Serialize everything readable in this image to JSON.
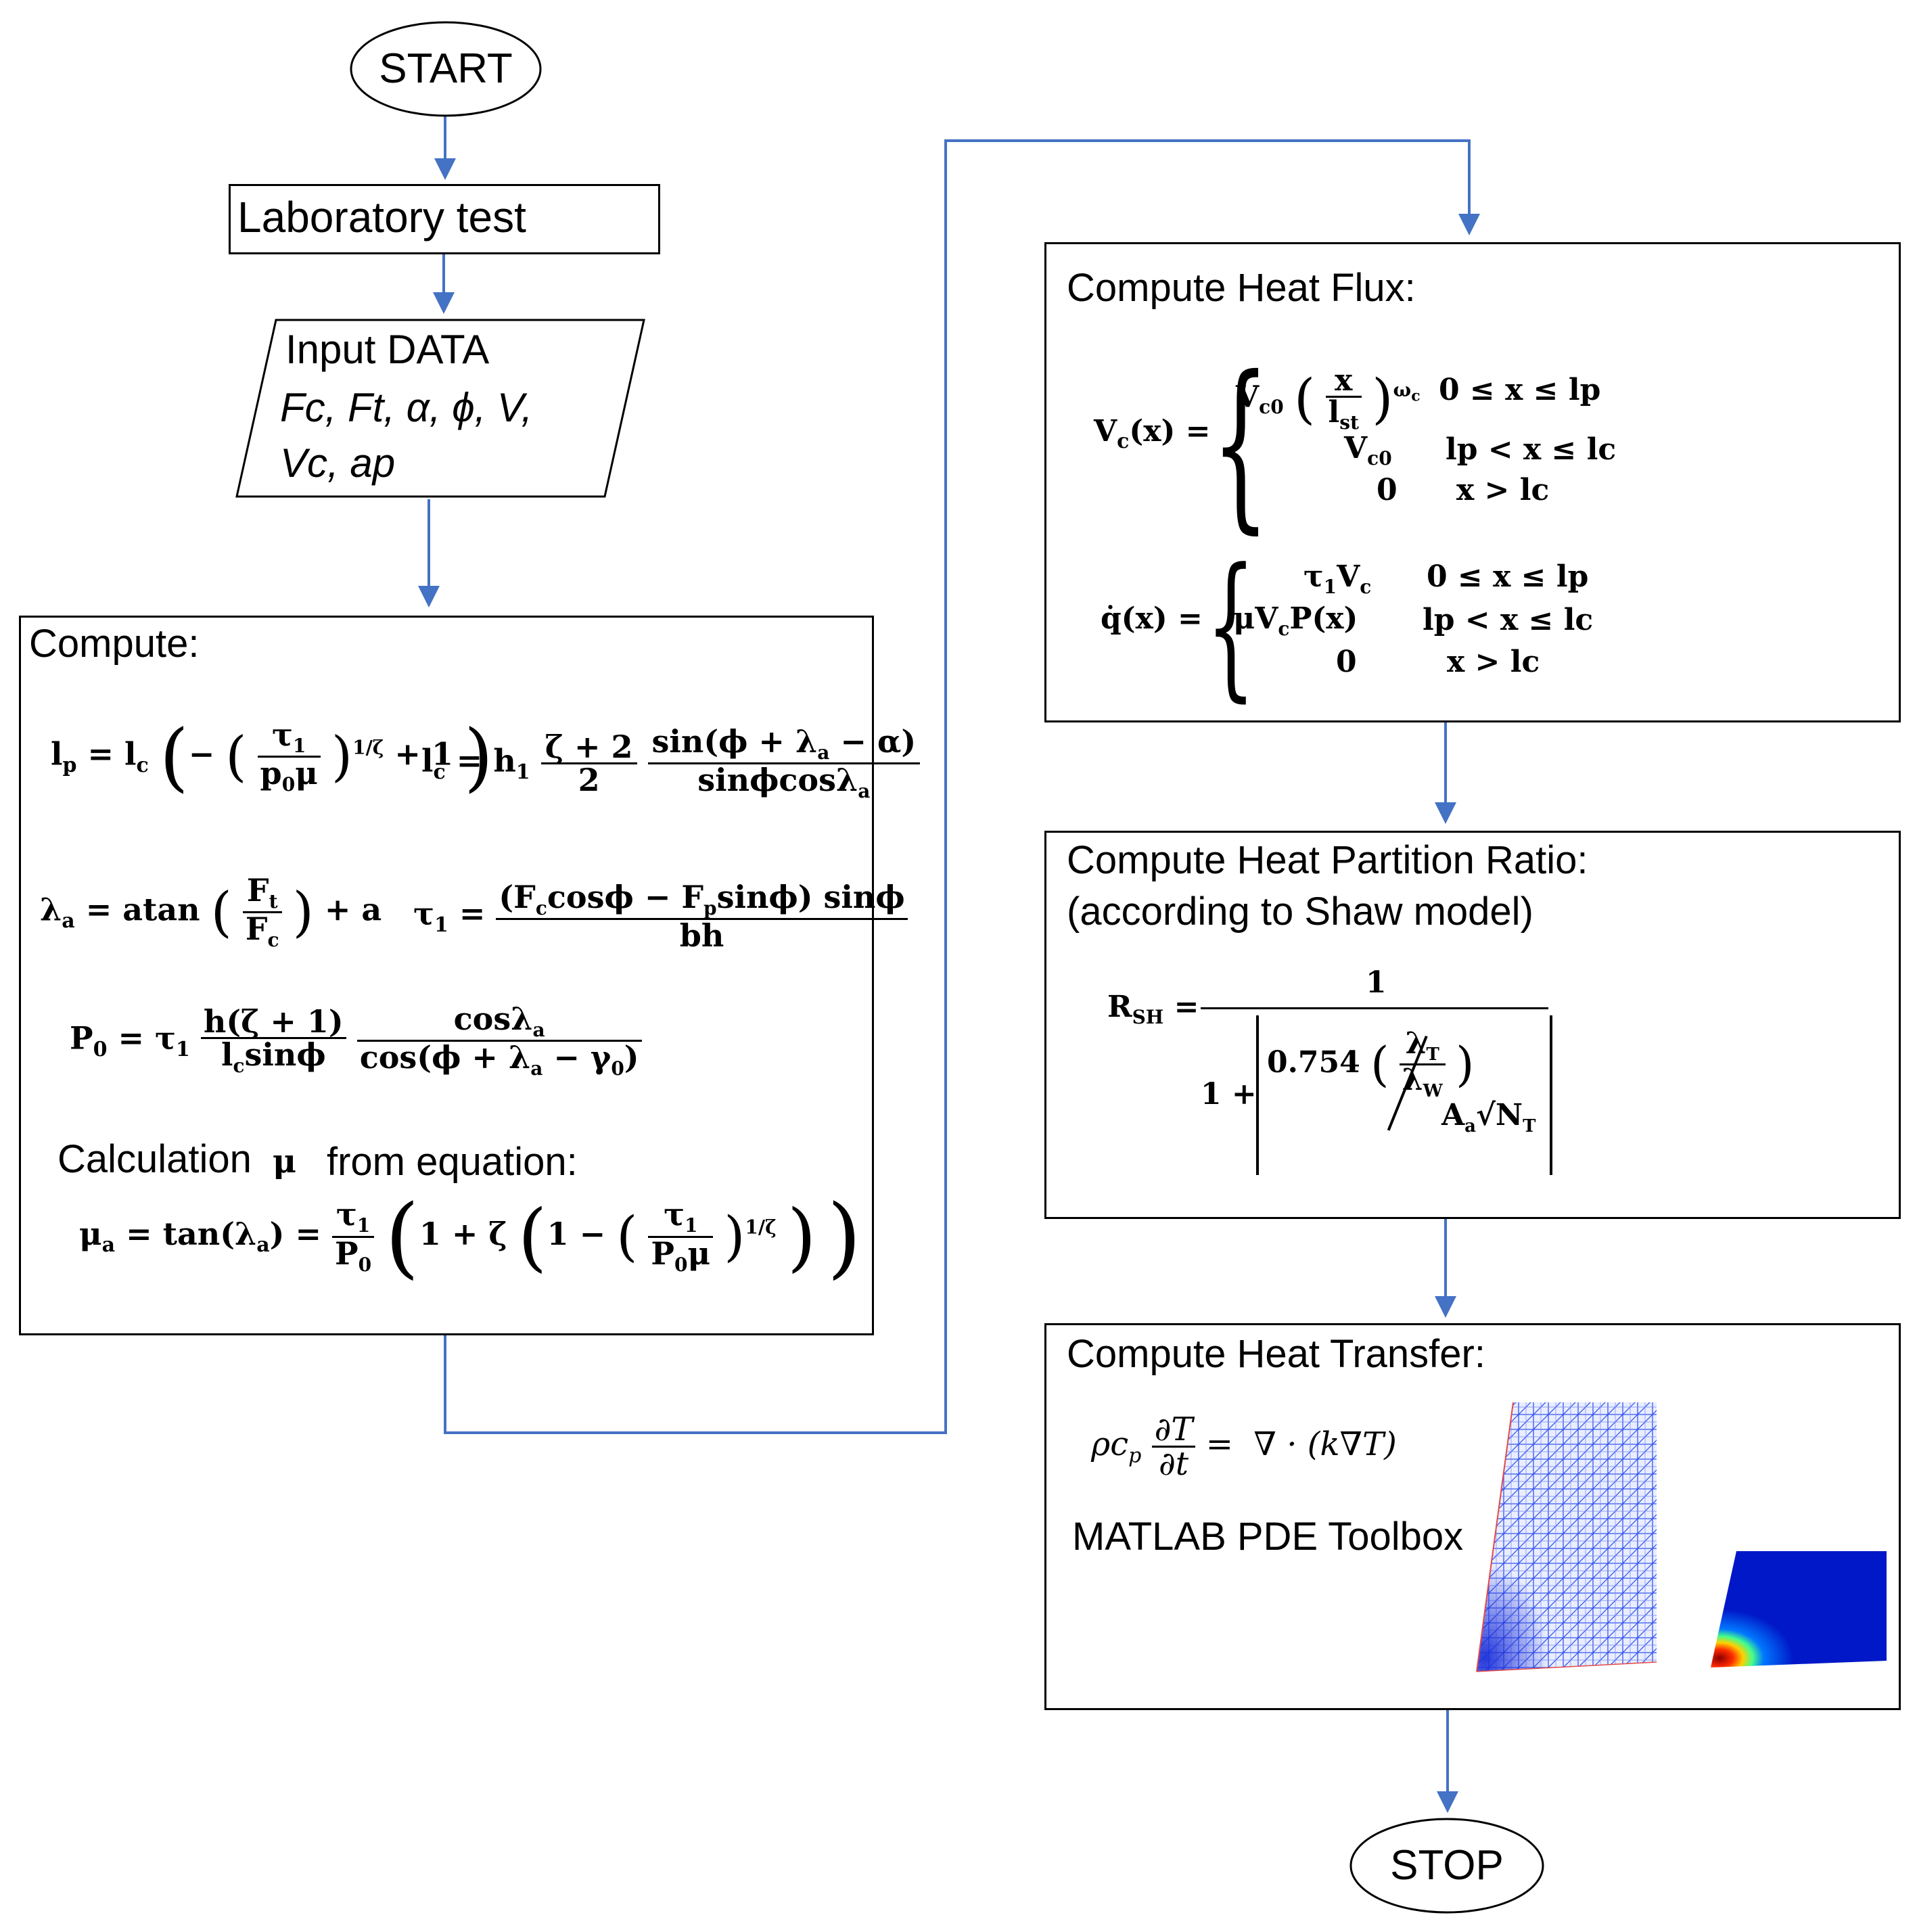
{
  "colors": {
    "arrow": "#4472C4",
    "border": "#000000"
  },
  "start_label": "START",
  "stop_label": "STOP",
  "lab_test": "Laboratory test",
  "input": {
    "title": "Input DATA",
    "line1": "Fc, Ft, α, ϕ, V,",
    "line2": "Vc, ap"
  },
  "compute": {
    "title": "Compute:",
    "eq_lp": "lp = lc ( −( τ1 / p0μ )^(1/ζ) + 1 )",
    "eq_lc": "lc = h1 (ζ + 2)/2 · sin(ϕ + λa − α) / sinϕcosλa",
    "eq_lambda": "λa = atan( Ft / Fc ) + a",
    "eq_tau": "τ1 = (Fccosϕ − Fpsinϕ) sinϕ / bh",
    "eq_p0": "P0 = τ1 · h(ζ + 1) / lcsinϕ · cosλa / cos(ϕ + λa − γ0)",
    "calc_prefix": "Calculation",
    "calc_mu": "μ",
    "calc_suffix": "from equation:",
    "eq_mu": "μa = tan(λa) = τ1/P0 ( 1 + ζ ( 1 − ( τ1 / P0μ )^(1/ζ) ) )"
  },
  "heat_flux": {
    "title": "Compute Heat Flux:",
    "vc_lhs": "Vc(x) =",
    "vc_case1": "Vc0 ( x / lst )^ωc",
    "vc_cond1": "0 ≤ x ≤ lp",
    "vc_case2": "Vc0",
    "vc_cond2": "lp < x ≤ lc",
    "vc_case3": "0",
    "vc_cond3": "x > lc",
    "q_lhs": "q̇(x) =",
    "q_case1": "τ1Vc",
    "q_cond1": "0 ≤ x ≤ lp",
    "q_case2": "μVcP(x)",
    "q_cond2": "lp < x ≤ lc",
    "q_case3": "0",
    "q_cond3": "x > lc"
  },
  "partition": {
    "title": "Compute Heat Partition Ratio:",
    "subtitle": "(according to Shaw model)",
    "eq": "RSH = 1 / ( 1 + [ 0.754 (λT / λW) / Aa√NT ] )"
  },
  "transfer": {
    "title": "Compute Heat Transfer:",
    "eq": "ρcp ∂T/∂t = ∇ · (k∇T)",
    "toolbox": "MATLAB PDE Toolbox",
    "mesh_image": "triangular-mesh-icon",
    "heatmap_image": "temperature-heatmap-icon"
  }
}
